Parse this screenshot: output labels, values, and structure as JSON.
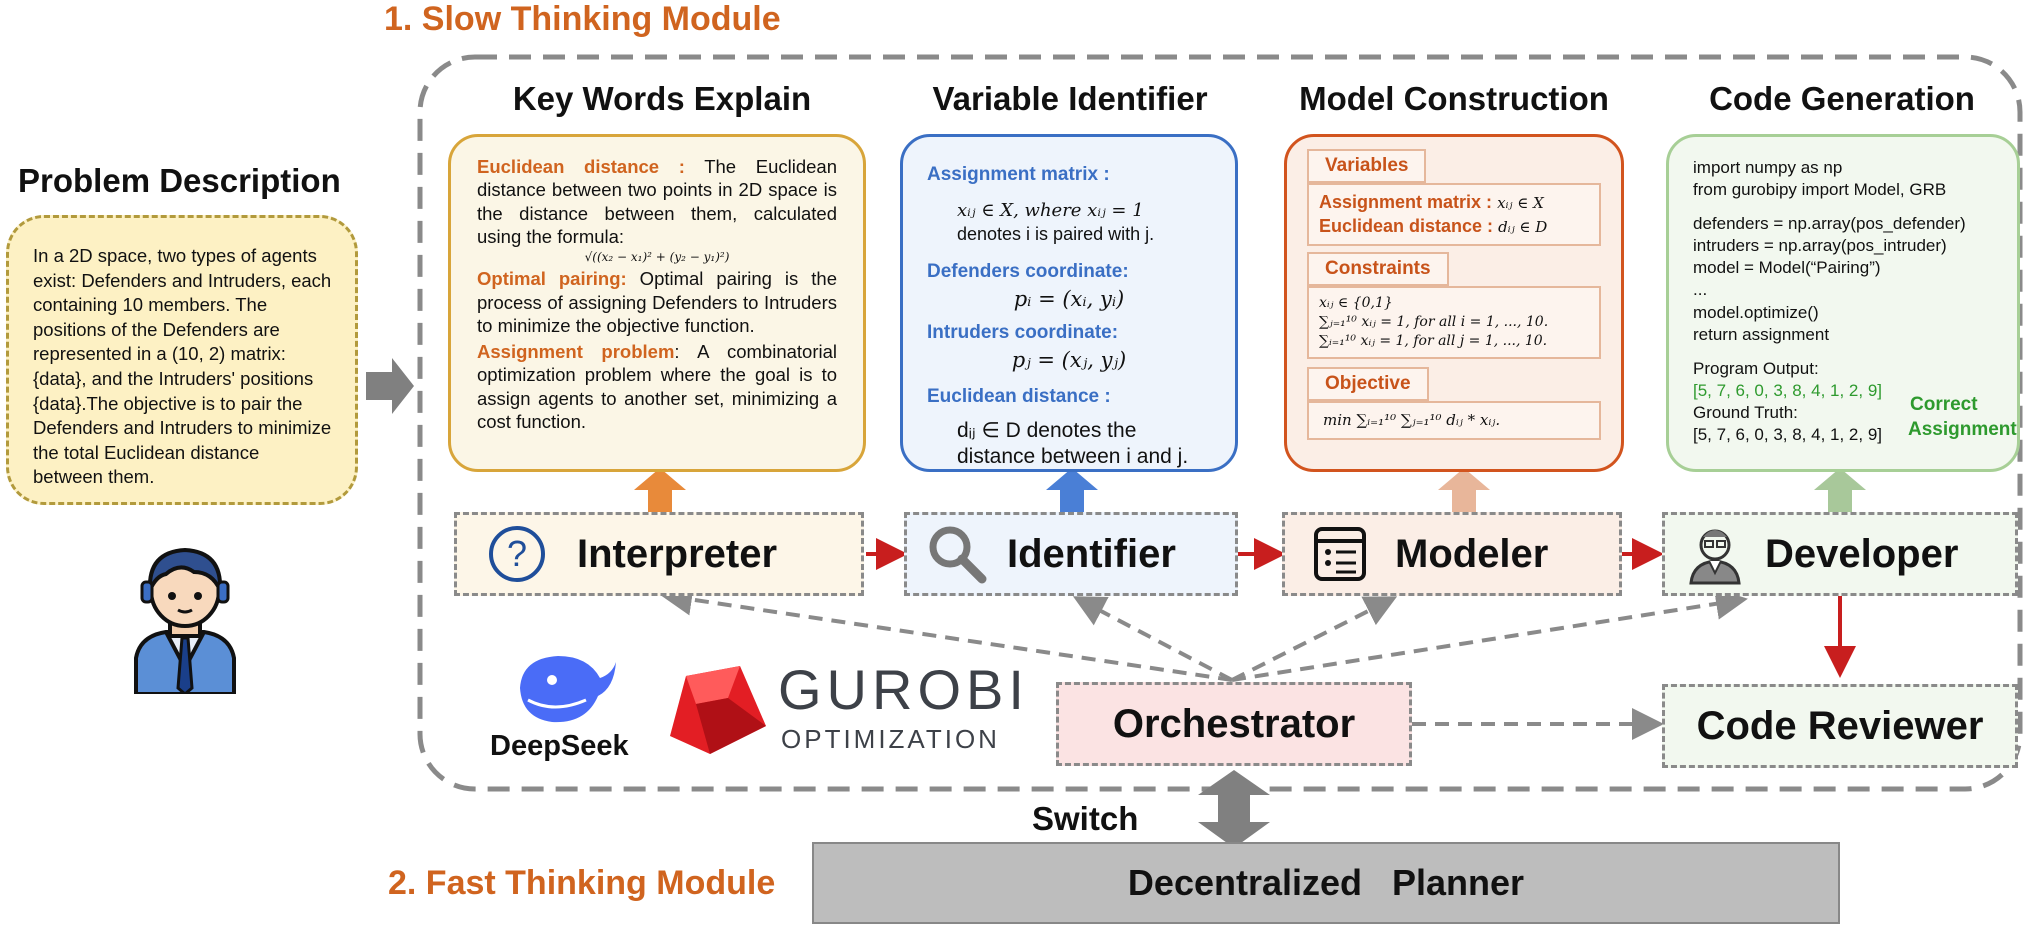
{
  "modules": {
    "slow": "1. Slow Thinking Module",
    "fast": "2. Fast Thinking Module"
  },
  "problem": {
    "title": "Problem Description",
    "text": "In a 2D space, two types of agents exist: Defenders and Intruders, each containing 10 members. The positions of the Defenders are represented in a (10, 2) matrix: {data}, and the Intruders' positions {data}.The objective is to pair the Defenders and Intruders to minimize the total Euclidean distance between them."
  },
  "columns": {
    "keywords": "Key Words Explain",
    "variable": "Variable Identifier",
    "model": "Model Construction",
    "code": "Code Generation"
  },
  "keywords_panel": {
    "euclid_key": "Euclidean distance :",
    "euclid_text": " The Euclidean distance between two points in 2D space is the distance between them, calculated using the formula:",
    "formula": "√((x₂ − x₁)² + (y₂ − y₁)²)",
    "optimal_key": "Optimal pairing:",
    "optimal_text": " Optimal pairing is the process of assigning Defenders to Intruders to minimize the objective function.",
    "assign_key": "Assignment problem",
    "assign_text": ": A combinatorial optimization problem where the goal is to assign agents to another set, minimizing a cost function."
  },
  "variable_panel": {
    "assign_key": "Assignment matrix :",
    "assign_line1": "xᵢⱼ ∈ X, where xᵢⱼ = 1",
    "assign_line2": "denotes i is paired with j.",
    "def_key": "Defenders coordinate:",
    "def_eq": "pᵢ = (xᵢ, yᵢ)",
    "int_key": "Intruders coordinate:",
    "int_eq": "pⱼ = (xⱼ, yⱼ)",
    "euc_key": "Euclidean distance :",
    "euc_line1": "dᵢⱼ ∈ D denotes the",
    "euc_line2": "distance between i and j."
  },
  "model_panel": {
    "variables_head": "Variables",
    "var1_key": "Assignment matrix :",
    "var1_val": "xᵢⱼ ∈ X",
    "var2_key": "Euclidean distance :",
    "var2_val": "dᵢⱼ ∈ D",
    "constraints_head": "Constraints",
    "c1": "xᵢⱼ ∈ {0,1}",
    "c2": "∑ⱼ₌₁¹⁰ xᵢⱼ = 1, for all i = 1, ..., 10.",
    "c3": "∑ᵢ₌₁¹⁰ xᵢⱼ = 1, for all j = 1, ..., 10.",
    "objective_head": "Objective",
    "obj": "min ∑ᵢ₌₁¹⁰ ∑ⱼ₌₁¹⁰ dᵢⱼ * xᵢⱼ."
  },
  "code_panel": {
    "l1": "import numpy as np",
    "l2": "from gurobipy import Model, GRB",
    "l3": "defenders = np.array(pos_defender)",
    "l4": "intruders = np.array(pos_intruder)",
    "l5": "model = Model(“Pairing”)",
    "l6": "...",
    "l7": "model.optimize()",
    "l8": "return assignment",
    "out_label": "Program Output:",
    "out_value": "[5, 7, 6, 0, 3, 8, 4, 1, 2, 9]",
    "gt_label": "Ground Truth:",
    "gt_value": "[5, 7, 6, 0, 3, 8, 4, 1, 2, 9]",
    "correct1": "Correct",
    "correct2": "Assignment"
  },
  "agents": {
    "interpreter": "Interpreter",
    "identifier": "Identifier",
    "modeler": "Modeler",
    "developer": "Developer",
    "orchestrator": "Orchestrator",
    "reviewer": "Code Reviewer"
  },
  "logos": {
    "deepseek": "DeepSeek",
    "gurobi": "GUROBI",
    "gurobi_sub": "OPTIMIZATION"
  },
  "switch": "Switch",
  "planner": "Decentralized   Planner",
  "colors": {
    "orange": "#d0641f",
    "blue": "#3a6fc4",
    "green": "#2e9a2e",
    "red": "#c81e1e",
    "gray": "#808080"
  }
}
